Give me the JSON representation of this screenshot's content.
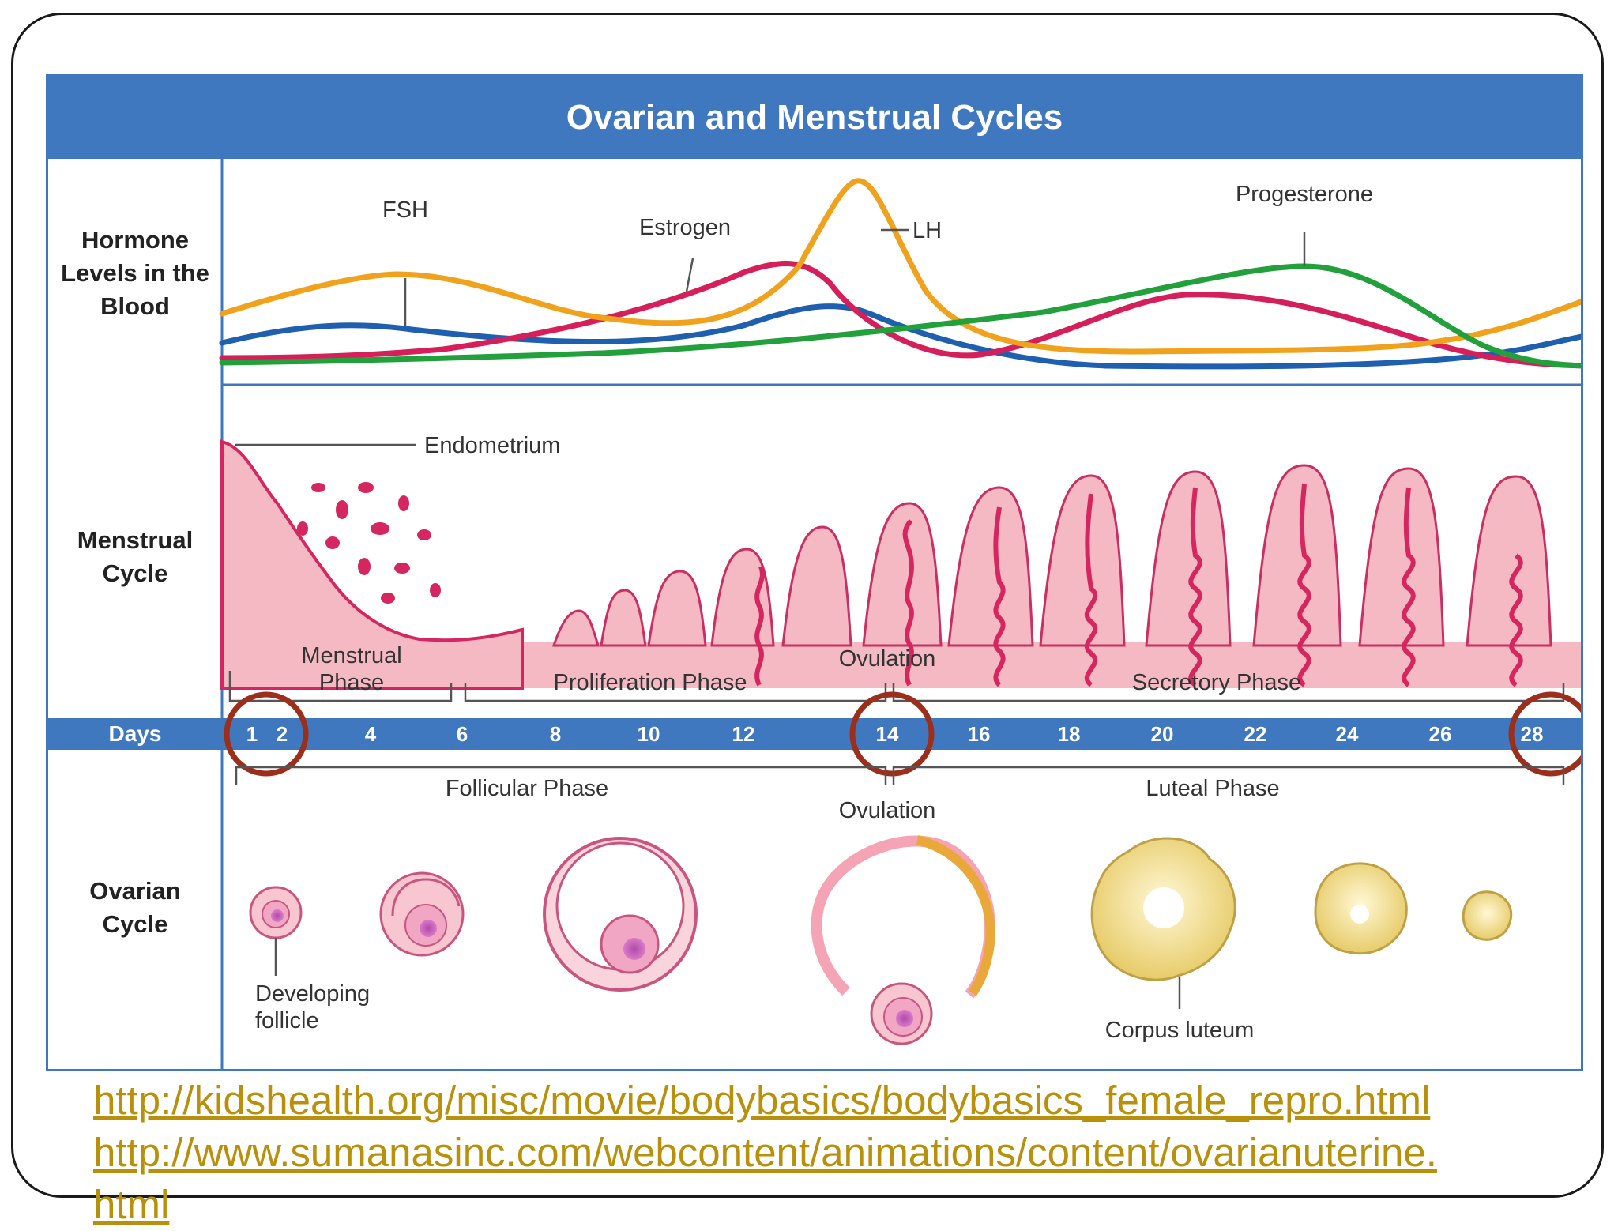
{
  "title": "Ovarian and Menstrual Cycles",
  "rows": {
    "hormone": "Hormone Levels in the Blood",
    "menstrual": "Menstrual Cycle",
    "ovarian": "Ovarian Cycle",
    "days": "Days"
  },
  "hormone_labels": {
    "fsh": "FSH",
    "estrogen": "Estrogen",
    "lh": "LH",
    "progesterone": "Progesterone"
  },
  "colors": {
    "fsh": "#1f5fb0",
    "estrogen": "#d61f5a",
    "lh": "#f0a21c",
    "progesterone": "#22a03c",
    "header": "#3f78be",
    "circle": "#9c2e1c",
    "tissue": "#f4b9c2",
    "vessel": "#d5265f",
    "link": "#b8900a"
  },
  "endometrium_label": "Endometrium",
  "menstrual_phases": {
    "menstrual_1": "Menstrual",
    "menstrual_2": "Phase",
    "ovulation": "Ovulation",
    "proliferation": "Proliferation Phase",
    "secretory": "Secretory Phase"
  },
  "days": [
    "1",
    "2",
    "4",
    "6",
    "8",
    "10",
    "12",
    "14",
    "16",
    "18",
    "20",
    "22",
    "24",
    "26",
    "28"
  ],
  "highlighted_days": [
    "1",
    "14",
    "28"
  ],
  "ovarian_phases": {
    "follicular": "Follicular Phase",
    "ovulation": "Ovulation",
    "luteal": "Luteal Phase"
  },
  "ovarian_labels": {
    "developing_1": "Developing",
    "developing_2": "follicle",
    "corpus_luteum": "Corpus luteum"
  },
  "links": [
    "http://kidshealth.org/misc/movie/bodybasics/bodybasics_female_repro.html",
    "http://www.sumanasinc.com/webcontent/animations/content/ovarianuterine.",
    "html"
  ]
}
